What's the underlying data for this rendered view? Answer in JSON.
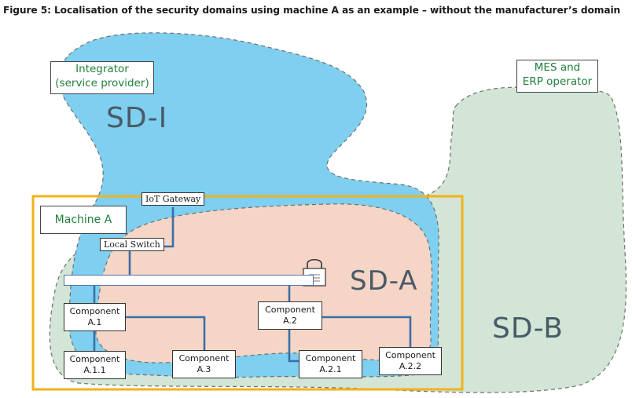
{
  "figure_title": "Figure 5: Localisation of the security domains using machine A as an example – without the manufacturer’s domain",
  "domains": {
    "sd_i": "SD-I",
    "sd_a": "SD-A",
    "sd_b": "SD-B"
  },
  "tags": {
    "integrator_line1": "Integrator",
    "integrator_line2": "(service provider)",
    "mes_line1": "MES and",
    "mes_line2": "ERP operator",
    "machine": "Machine A"
  },
  "network": {
    "iot_gateway": "IoT Gateway",
    "local_switch": "Local Switch"
  },
  "components": {
    "a1": [
      "Component",
      "A.1"
    ],
    "a2": [
      "Component",
      "A.2"
    ],
    "a11": [
      "Component",
      "A.1.1"
    ],
    "a3": [
      "Component",
      "A.3"
    ],
    "a21": [
      "Component",
      "A.2.1"
    ],
    "a22": [
      "Component",
      "A.2.2"
    ]
  },
  "colors": {
    "sd_i_fill": "#7ecff0",
    "sd_a_fill": "#f5d5c6",
    "sd_b_fill": "#d2e5d6",
    "machine_border": "#f2b21b",
    "link_color": "#3a6ea8",
    "tag_text": "#1f7f3a"
  },
  "icons": [
    "padlock-icon"
  ]
}
